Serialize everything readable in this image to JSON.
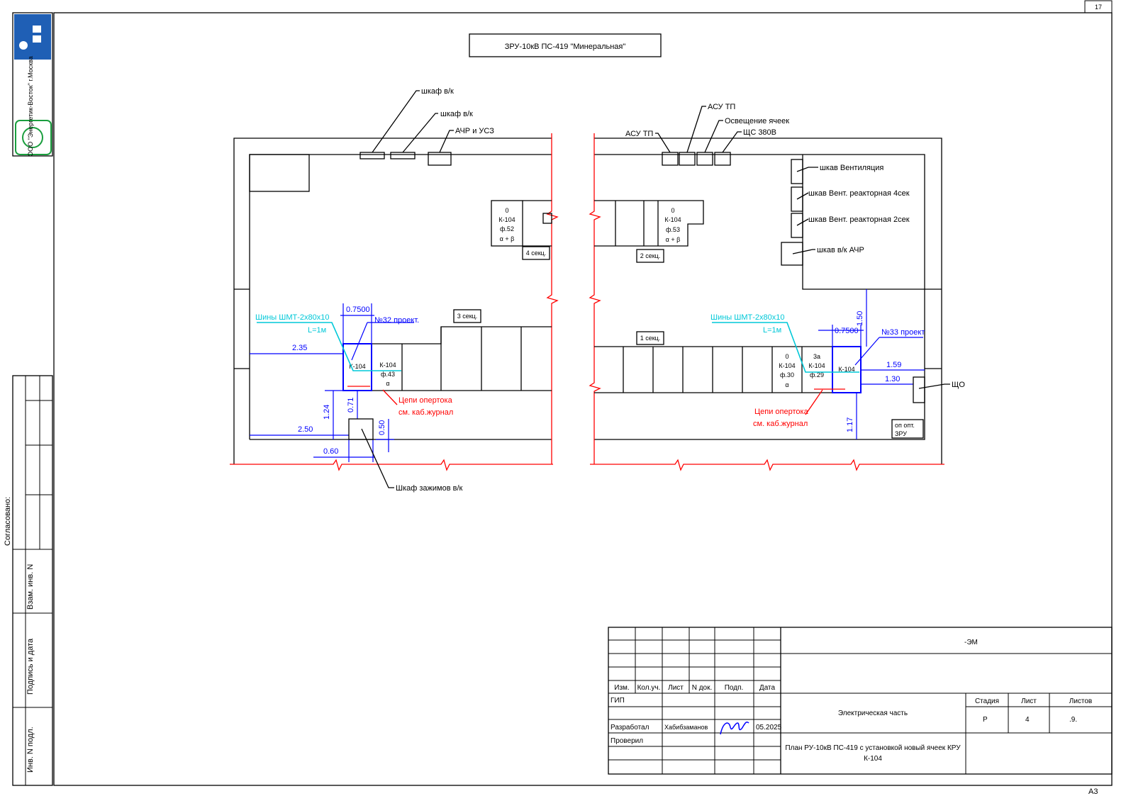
{
  "sheet_number": "17",
  "format": "A3",
  "title": "ЗРУ-10кВ ПС-419 \"Минеральная\"",
  "side_stamp": {
    "company": "ООО \"Энергетик-Восток\" г.Москва",
    "agreed": "Согласовано:",
    "replaced_inv": "Взам. инв. N",
    "sign_date": "Подпись и дата",
    "inv_original": "Инв. N подл."
  },
  "plan_left": {
    "cabinets": {
      "vk1": "шкаф в/к",
      "vk2": "шкаф в/к",
      "achr": "АЧР и УСЗ",
      "clamps": "Шкаф зажимов в/к"
    },
    "cell_k104_f52": [
      "0",
      "К-104",
      "ф.52",
      "α + β"
    ],
    "section4": "4 секц.",
    "section3": "3 секц.",
    "new_cell": "К-104",
    "cell_k104_f43": [
      "К-104",
      "ф.43",
      "α"
    ],
    "bus_label": "Шины ШМТ-2х80х10",
    "bus_length": "L=1м",
    "dim_width": "0.7500",
    "project_ref": "№32 проект.",
    "dim_235": "2.35",
    "dim_250": "2.50",
    "dim_124": "1.24",
    "dim_071": "0.71",
    "dim_050": "0.50",
    "dim_060": "0.60",
    "op_circuits": "Цепи опертока",
    "cable_journal": "см. каб.журнал"
  },
  "plan_right": {
    "cabinets": {
      "asu_tp_top": "АСУ ТП",
      "asu_tp_left": "АСУ ТП",
      "cell_lighting": "Освещение ячеек",
      "shs": "ЩС 380В",
      "vent": "шкав  Вентиляция",
      "vent4": "шкав  Вент. реакторная 4сек",
      "vent2": "шкав  Вент. реакторная 2сек",
      "vk_achr": "шкав  в/к АЧР",
      "shco": "ЩО"
    },
    "cell_k104_f53": [
      "0",
      "К-104",
      "ф.53",
      "α + β"
    ],
    "section2": "2 секц.",
    "section1": "1 секц.",
    "cell_k104_f30": [
      "0",
      "К-104",
      "ф.30",
      "α"
    ],
    "cell_k104_f29": [
      "3а",
      "К-104",
      "ф.29"
    ],
    "new_cell": "К-104",
    "bus_label": "Шины ШМТ-2х80х10",
    "bus_length": "L=1м",
    "dim_width": "0.7500",
    "project_ref": "№33 проект",
    "dim_150": "1.50",
    "dim_159": "1.59",
    "dim_130": "1.30",
    "dim_117": "1.17",
    "op_circuits": "Цепи опертока",
    "cable_journal": "см. каб.журнал",
    "op_current": [
      "оп опт.",
      "ЗРУ"
    ]
  },
  "title_block": {
    "code": "-ЭМ",
    "headers": [
      "Изм.",
      "Кол.уч.",
      "Лист",
      "N док.",
      "Подп.",
      "Дата"
    ],
    "roles": [
      "ГИП",
      "Разработал",
      "Проверил"
    ],
    "developer": "Хабибзаманов",
    "date": "05.2025",
    "section": "Электрическая часть",
    "stage_label": "Стадия",
    "sheet_label": "Лист",
    "sheets_label": "Листов",
    "stage": "Р",
    "sheet": "4",
    "sheets": ".9.",
    "drawing_title": [
      "План РУ-10кВ ПС-419 с установкой новый ячеек КРУ",
      "К-104"
    ]
  },
  "colors": {
    "new_equipment": "#0000ff",
    "bus": "#00c8d8",
    "circuits": "#ff0000"
  }
}
